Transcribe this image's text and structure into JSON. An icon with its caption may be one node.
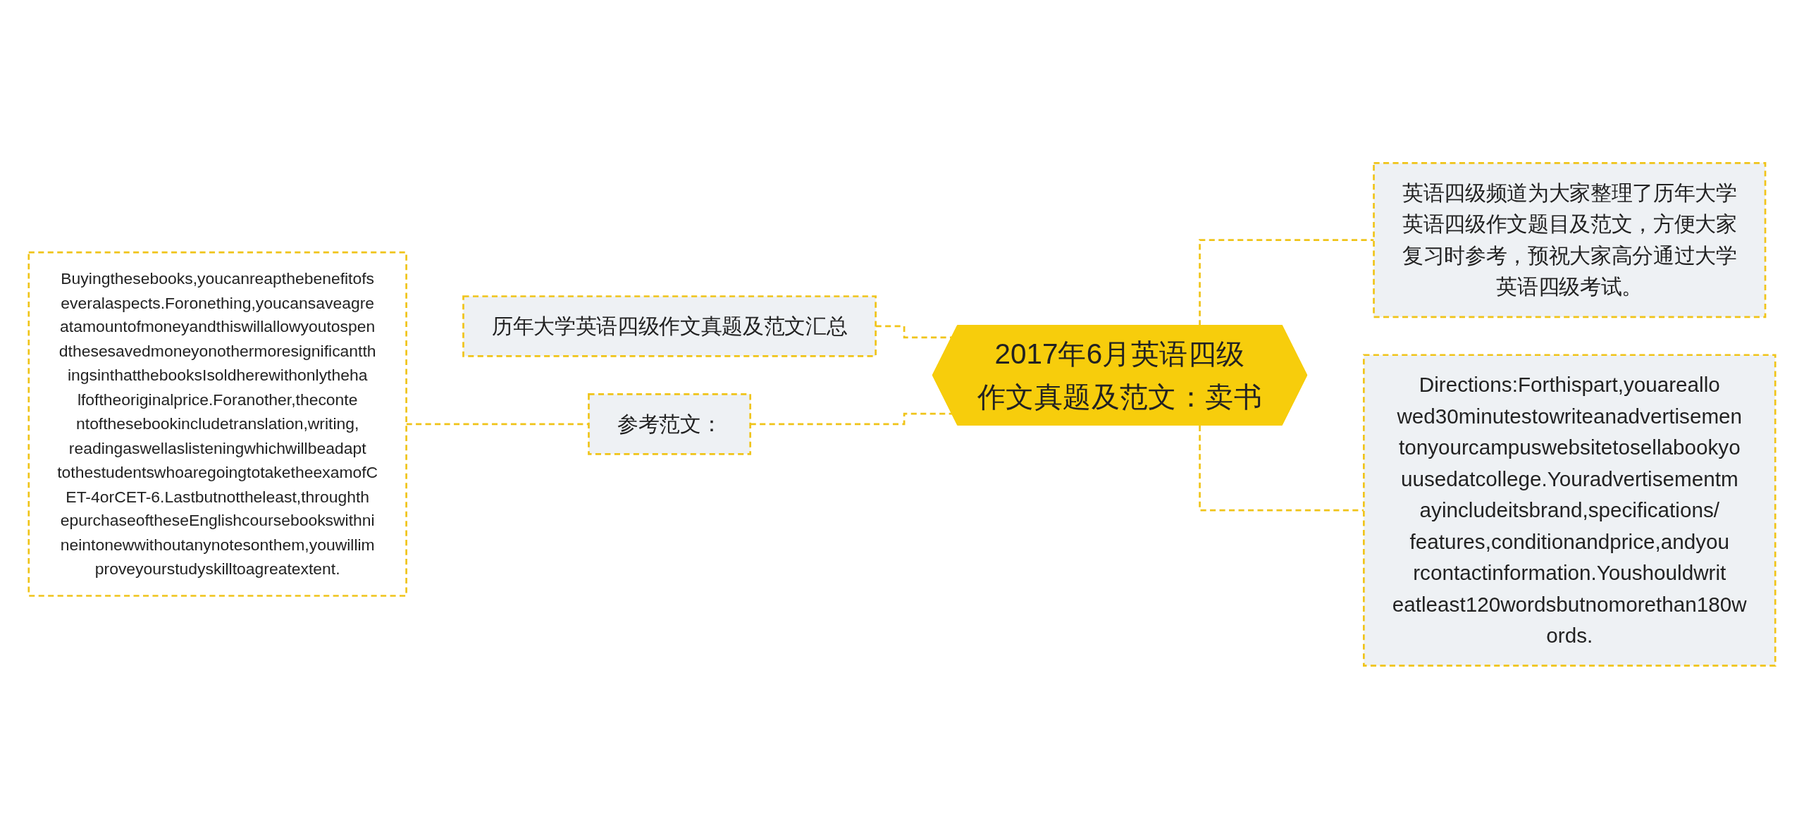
{
  "diagram": {
    "nodes": [
      {
        "text": [
          "2017年6月英语四级作文真题及范文：卖书"
        ]
      },
      {
        "text": [
          "历年大学英语四级作文真题及范文汇总"
        ]
      },
      {
        "text": [
          "参考范文："
        ]
      },
      {
        "text": [
          "Buyingthesebooks,youcanreapthebenefitofseveralaspects.Foronething,youcansaveagreatamountofmoneyandthiswillallowyoutospendthesesavedmoneyonothermoresignificantthingsinthatthebooksIsoldherewithonlythehalfoftheoriginalprice.Foranother,thecontentofthesebookincludetranslation,writing,readingaswellaslisteningwhichwillbeadapttothestudentswhoaregoingtotaketheexamofCET-4orCET-6.Lastbutnottheleast,throughthepurchaseoftheseEnglishcoursebookswithnineintonewwithoutanynotesonthem,youwillimproveyourstudyskilltoagreatextent."
        ]
      },
      {
        "text": [
          "英语四级频道为大家整理了历年大学英语四级作文题目及范文，方便大家复习时参考，预祝大家高分通过大学英语四级考试。"
        ]
      },
      {
        "text": [
          "Directions:Forthispart,youareallowed30minutestowriteanadvertisementonyourcampuswebsitetosellabookyouusedatcollege.Youradvertisementmayincludeitsbrand,specifications/features,conditionandprice,andyourcontactinformation.Youshouldwriteatleast120wordsbutnomorethan180words."
        ]
      }
    ],
    "edges": [
      {
        "from": 0,
        "to": 1,
        "arrow": "none",
        "style": "dashed"
      },
      {
        "from": 0,
        "to": 2,
        "arrow": "none",
        "style": "dashed"
      },
      {
        "from": 2,
        "to": 3,
        "arrow": "none",
        "style": "dashed"
      },
      {
        "from": 0,
        "to": 4,
        "arrow": "none",
        "style": "dashed"
      },
      {
        "from": 0,
        "to": 5,
        "arrow": "none",
        "style": "dashed"
      }
    ]
  }
}
